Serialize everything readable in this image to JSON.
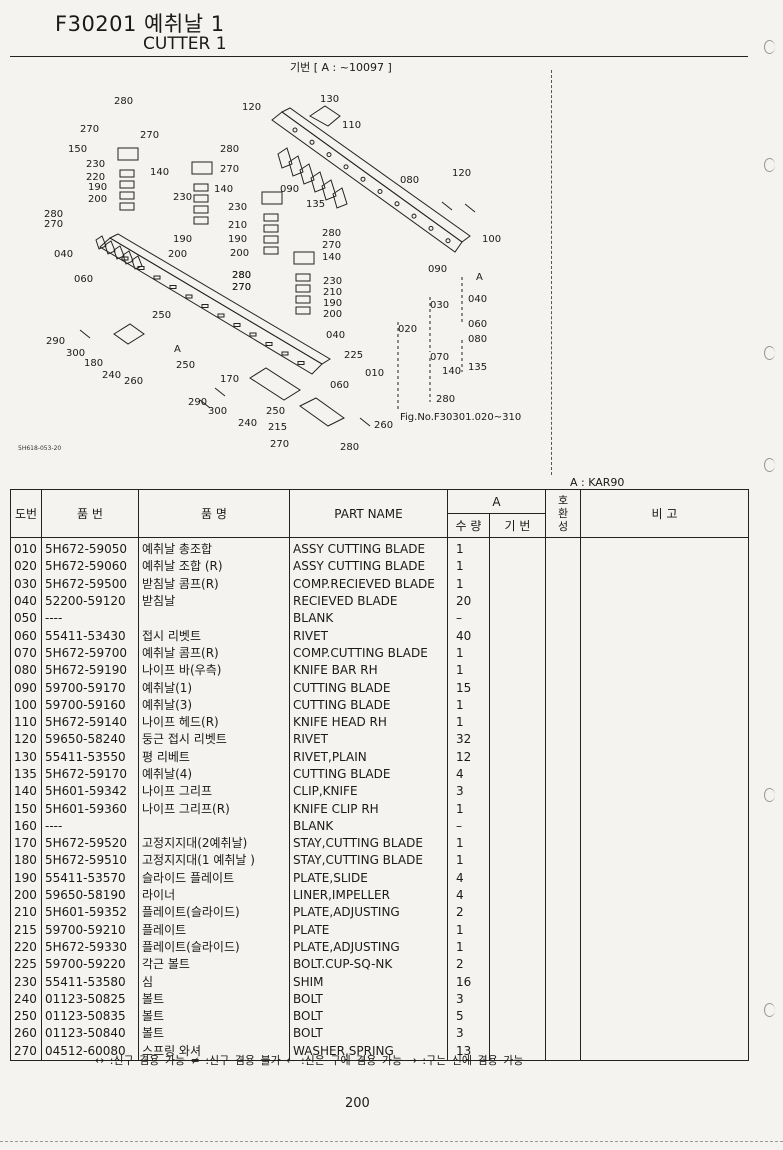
{
  "header": {
    "code_title": "F30201  예취날 1",
    "subtitle": "CUTTER 1",
    "base_note": "기번 [ A : ~10097 ]"
  },
  "diagram": {
    "figure_code": "5H618-053-20",
    "fig_note": "Fig.No.F30301.020~310",
    "range_a": "A",
    "labels": [
      "280",
      "270",
      "270",
      "150",
      "230",
      "220",
      "190",
      "200",
      "280",
      "270",
      "040",
      "060",
      "290",
      "300",
      "180",
      "240",
      "260",
      "280",
      "270",
      "140",
      "230",
      "190",
      "200",
      "120",
      "130",
      "110",
      "280",
      "270",
      "090",
      "135",
      "080",
      "120",
      "100",
      "090",
      "140",
      "230",
      "210",
      "190",
      "200",
      "280",
      "270",
      "140",
      "280",
      "270",
      "230",
      "210",
      "190",
      "200",
      "040",
      "250",
      "A",
      "250",
      "225",
      "170",
      "060",
      "290",
      "300",
      "240",
      "250",
      "215",
      "270",
      "280",
      "260",
      "010",
      "020",
      "030",
      "040",
      "060",
      "070",
      "080",
      "135",
      "140",
      "280"
    ]
  },
  "table": {
    "legend_a": "A : KAR90",
    "headers": {
      "no": "도번",
      "part_no": "품   번",
      "name_kr": "품       명",
      "part_name": "PART  NAME",
      "group_a": "A",
      "qty": "수 량",
      "serial": "기 번",
      "compat": "호\n환\n성",
      "remark": "비       고"
    },
    "rows": [
      {
        "no": "010",
        "part": "5H672-59050",
        "kr": "예취날 총조합",
        "en": "ASSY CUTTING BLADE",
        "qty": "1"
      },
      {
        "no": "020",
        "part": "5H672-59060",
        "kr": "예취날 조합 (R)",
        "en": "ASSY CUTTING BLADE",
        "qty": "1"
      },
      {
        "no": "030",
        "part": "5H672-59500",
        "kr": "받침날 콤프(R)",
        "en": "COMP.RECIEVED BLADE",
        "qty": "1"
      },
      {
        "no": "040",
        "part": "52200-59120",
        "kr": "받침날",
        "en": "RECIEVED BLADE",
        "qty": "20"
      },
      {
        "no": "050",
        "part": "----",
        "kr": "",
        "en": "BLANK",
        "qty": "–"
      },
      {
        "no": "060",
        "part": "55411-53430",
        "kr": "접시 리벳트",
        "en": "RIVET",
        "qty": "40"
      },
      {
        "no": "070",
        "part": "5H672-59700",
        "kr": "예취날 콤프(R)",
        "en": "COMP.CUTTING BLADE",
        "qty": "1"
      },
      {
        "no": "080",
        "part": "5H672-59190",
        "kr": "나이프 바(우측)",
        "en": "KNIFE BAR RH",
        "qty": "1"
      },
      {
        "no": "090",
        "part": "59700-59170",
        "kr": "예취날(1)",
        "en": "CUTTING BLADE",
        "qty": "15"
      },
      {
        "no": "100",
        "part": "59700-59160",
        "kr": "예취날(3)",
        "en": "CUTTING BLADE",
        "qty": "1"
      },
      {
        "no": "110",
        "part": "5H672-59140",
        "kr": "나이프 헤드(R)",
        "en": "KNIFE HEAD RH",
        "qty": "1"
      },
      {
        "no": "120",
        "part": "59650-58240",
        "kr": "둥근 접시 리벳트",
        "en": "RIVET",
        "qty": "32"
      },
      {
        "no": "130",
        "part": "55411-53550",
        "kr": "평 리베트",
        "en": "RIVET,PLAIN",
        "qty": "12"
      },
      {
        "no": "135",
        "part": "5H672-59170",
        "kr": "예취날(4)",
        "en": "CUTTING BLADE",
        "qty": "4"
      },
      {
        "no": "140",
        "part": "5H601-59342",
        "kr": "나이프 그리프",
        "en": "CLIP,KNIFE",
        "qty": "3"
      },
      {
        "no": "150",
        "part": "5H601-59360",
        "kr": "나이프 그리프(R)",
        "en": "KNIFE CLIP RH",
        "qty": "1"
      },
      {
        "no": "160",
        "part": "----",
        "kr": "",
        "en": "BLANK",
        "qty": "–"
      },
      {
        "no": "170",
        "part": "5H672-59520",
        "kr": "고정지지대(2예취날)",
        "en": "STAY,CUTTING BLADE",
        "qty": "1"
      },
      {
        "no": "180",
        "part": "5H672-59510",
        "kr": "고정지지대(1 예취날 )",
        "en": "STAY,CUTTING BLADE",
        "qty": "1"
      },
      {
        "no": "190",
        "part": "55411-53570",
        "kr": "슬라이드 플레이트",
        "en": "PLATE,SLIDE",
        "qty": "4"
      },
      {
        "no": "200",
        "part": "59650-58190",
        "kr": "라이너",
        "en": "LINER,IMPELLER",
        "qty": "4"
      },
      {
        "no": "210",
        "part": "5H601-59352",
        "kr": "플레이트(슬라이드)",
        "en": "PLATE,ADJUSTING",
        "qty": "2"
      },
      {
        "no": "215",
        "part": "59700-59210",
        "kr": "플레이트",
        "en": "PLATE",
        "qty": "1"
      },
      {
        "no": "220",
        "part": "5H672-59330",
        "kr": "플레이트(슬라이드)",
        "en": "PLATE,ADJUSTING",
        "qty": "1"
      },
      {
        "no": "225",
        "part": "59700-59220",
        "kr": "각근 볼트",
        "en": "BOLT.CUP-SQ-NK",
        "qty": "2"
      },
      {
        "no": "230",
        "part": "55411-53580",
        "kr": "심",
        "en": "SHIM",
        "qty": "16"
      },
      {
        "no": "240",
        "part": "01123-50825",
        "kr": "볼트",
        "en": "BOLT",
        "qty": "3"
      },
      {
        "no": "250",
        "part": "01123-50835",
        "kr": "볼트",
        "en": "BOLT",
        "qty": "5"
      },
      {
        "no": "260",
        "part": "01123-50840",
        "kr": "볼트",
        "en": "BOLT",
        "qty": "3"
      },
      {
        "no": "270",
        "part": "04512-60080",
        "kr": "스프링 와셔",
        "en": "WASHER,SPRING",
        "qty": "13"
      }
    ]
  },
  "footer": {
    "legend": "↔ :신구 겸용 가능    ≠ :신구 겸용 불가    ← :신은 구에 겸용 가능    → :구는 신에 겸용 가능",
    "page_number": "200"
  }
}
